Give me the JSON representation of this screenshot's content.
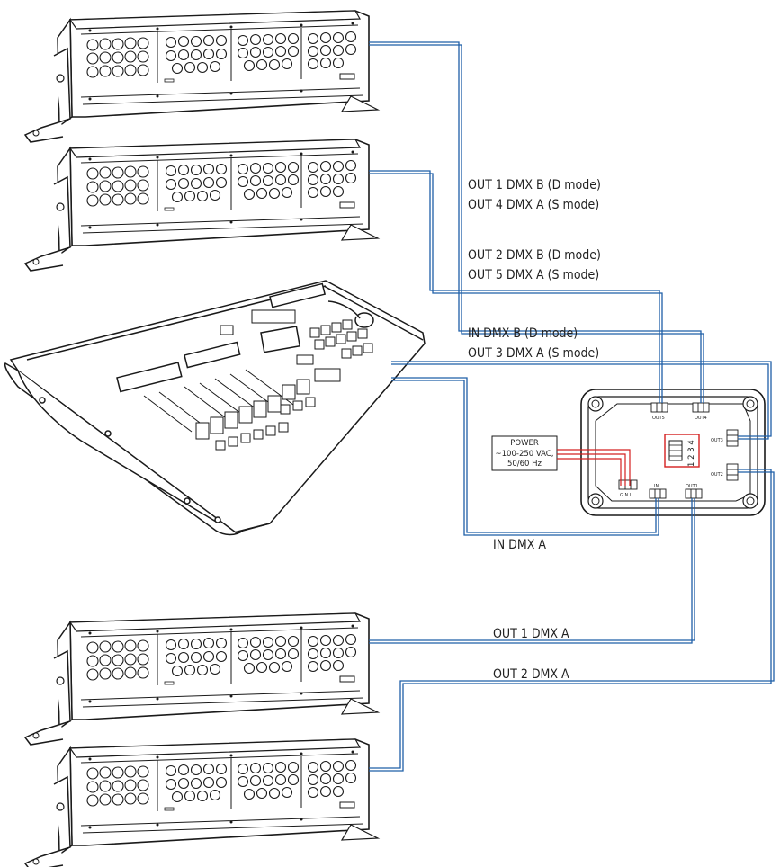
{
  "labels": {
    "out1_dmx_b": "OUT 1 DMX B (D mode)",
    "out4_dmx_a": "OUT 4 DMX A (S mode)",
    "out2_dmx_b": "OUT 2 DMX B (D mode)",
    "out5_dmx_a": "OUT 5 DMX A (S mode)",
    "in_dmx_b": "IN DMX B (D mode)",
    "out3_dmx_a": "OUT 3 DMX A (S mode)",
    "in_dmx_a": "IN DMX A",
    "out1_dmx_a": "OUT 1 DMX A",
    "out2_dmx_a": "OUT 2 DMX A"
  },
  "power_box": {
    "title": "POWER",
    "line1": "~100-250 VAC,",
    "line2": "50/60 Hz"
  },
  "splitter": {
    "port_out5": "OUT5",
    "port_out4": "OUT4",
    "port_out3": "OUT3",
    "port_out2": "OUT2",
    "port_in": "IN",
    "port_out1": "OUT1",
    "power_terminal": "G N L",
    "dip_numbers": "1 2 3 4"
  },
  "colors": {
    "dmx_cable": "#1f5fa8",
    "power_cable": "#d42020",
    "outline": "#1a1a1a"
  }
}
